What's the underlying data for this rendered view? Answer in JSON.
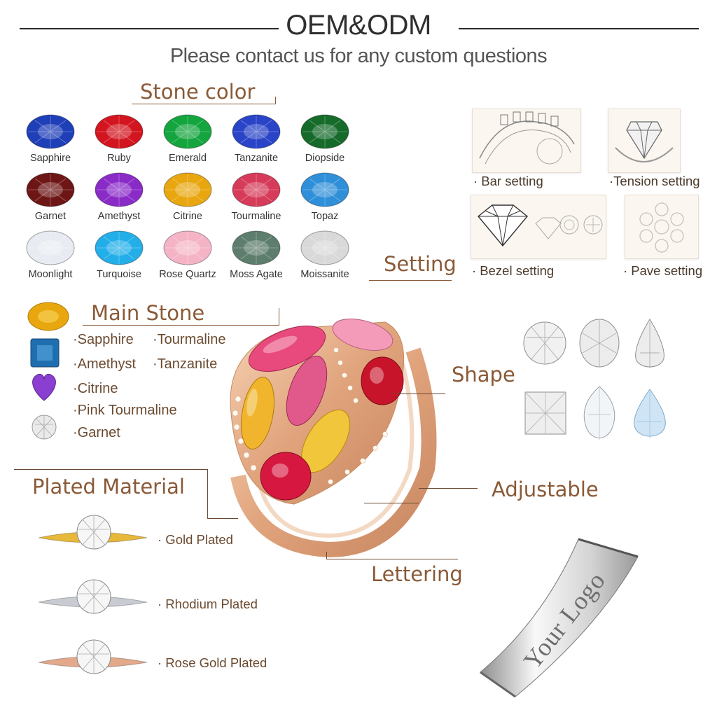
{
  "header": {
    "title": "OEM&ODM",
    "subtitle": "Please contact us for any custom questions"
  },
  "stone_color": {
    "heading": "Stone color",
    "stones": [
      {
        "name": "Sapphire",
        "color": "#1f3fb8"
      },
      {
        "name": "Ruby",
        "color": "#d3151f"
      },
      {
        "name": "Emerald",
        "color": "#14a53e"
      },
      {
        "name": "Tanzanite",
        "color": "#2a44c8"
      },
      {
        "name": "Diopside",
        "color": "#166b2b"
      },
      {
        "name": "Garnet",
        "color": "#6e1616"
      },
      {
        "name": "Amethyst",
        "color": "#8a2bc8"
      },
      {
        "name": "Citrine",
        "color": "#e8a70f"
      },
      {
        "name": "Tourmaline",
        "color": "#d63b5a"
      },
      {
        "name": "Topaz",
        "color": "#2f8fd8"
      },
      {
        "name": "Moonlight",
        "color": "#e8ecf2"
      },
      {
        "name": "Turquoise",
        "color": "#22aee8"
      },
      {
        "name": "Rose Quartz",
        "color": "#f4b4c6"
      },
      {
        "name": "Moss Agate",
        "color": "#5d7d6d"
      },
      {
        "name": "Moissanite",
        "color": "#d9d9d9"
      }
    ]
  },
  "setting": {
    "heading": "Setting",
    "items": [
      {
        "label": "· Bar setting"
      },
      {
        "label": "·Tension setting"
      },
      {
        "label": "· Bezel setting"
      },
      {
        "label": "· Pave setting"
      }
    ]
  },
  "main_stone": {
    "heading": "Main Stone",
    "items": [
      "·Sapphire",
      "·Tourmaline",
      "·Amethyst",
      "·Tanzanite",
      "·Citrine",
      "·Pink Tourmaline",
      "·Garnet"
    ]
  },
  "shape": {
    "heading": "Shape"
  },
  "adjustable": {
    "heading": "Adjustable"
  },
  "lettering": {
    "heading": "Lettering",
    "engraving": "Your Logo"
  },
  "plated_material": {
    "heading": "Plated Material",
    "items": [
      {
        "label": "· Gold Plated",
        "metal": "#e8b83a"
      },
      {
        "label": "· Rhodium Plated",
        "metal": "#c8ccd2"
      },
      {
        "label": "· Rose Gold Plated",
        "metal": "#e3a98a"
      }
    ]
  },
  "colors": {
    "accent": "#8a5a37",
    "rose_gold": "#e8b08a"
  }
}
